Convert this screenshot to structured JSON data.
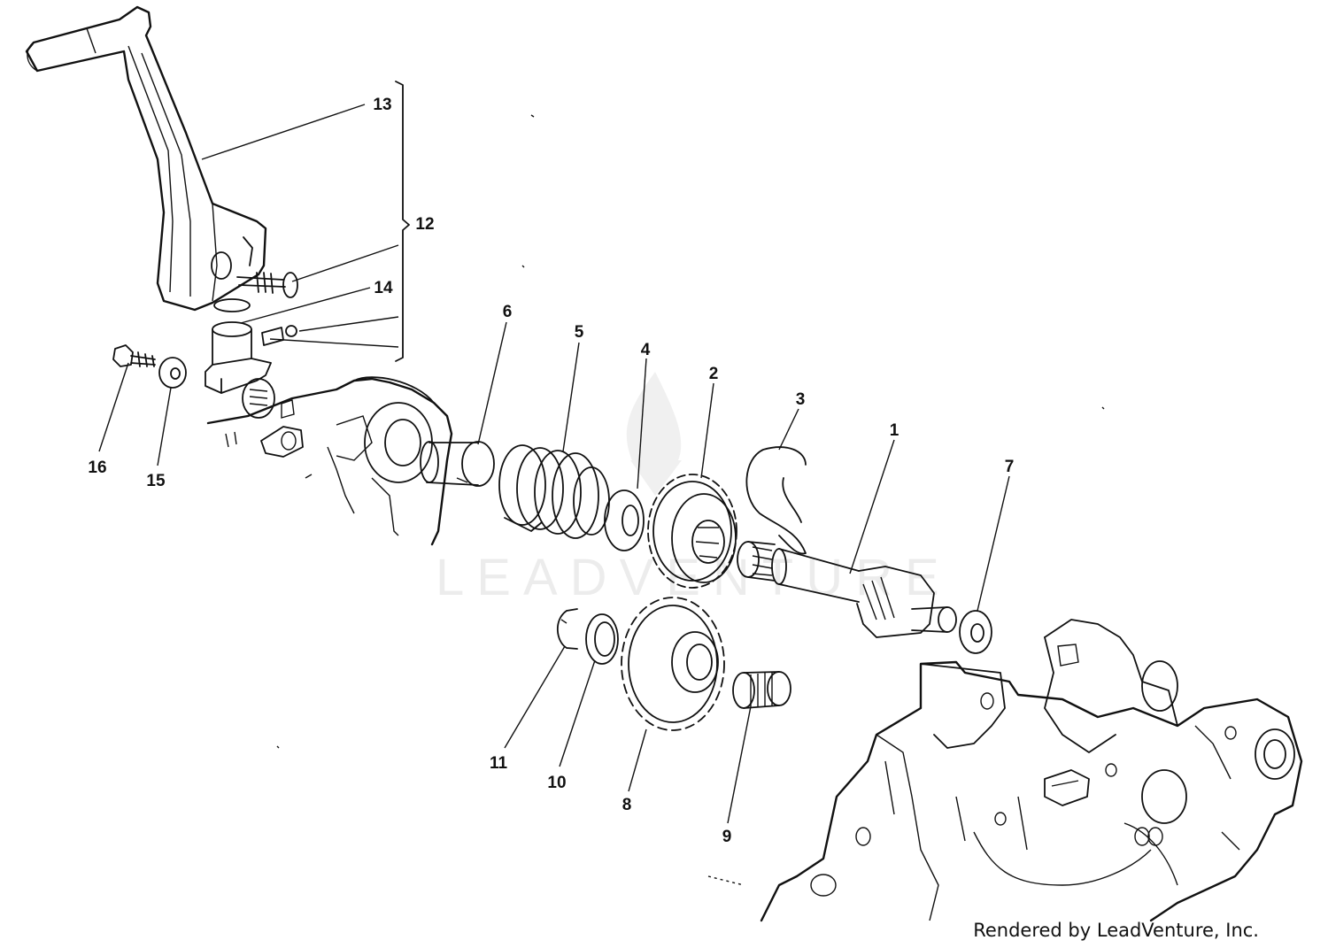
{
  "watermark": "LEADVENTURE",
  "credit": "Rendered by LeadVenture, Inc.",
  "part_numbers": {
    "p1": "1",
    "p2": "2",
    "p3": "3",
    "p4": "4",
    "p5": "5",
    "p6": "6",
    "p7": "7",
    "p8": "8",
    "p9": "9",
    "p10": "10",
    "p11": "11",
    "p12": "12",
    "p13": "13",
    "p14": "14",
    "p15": "15",
    "p16": "16"
  }
}
